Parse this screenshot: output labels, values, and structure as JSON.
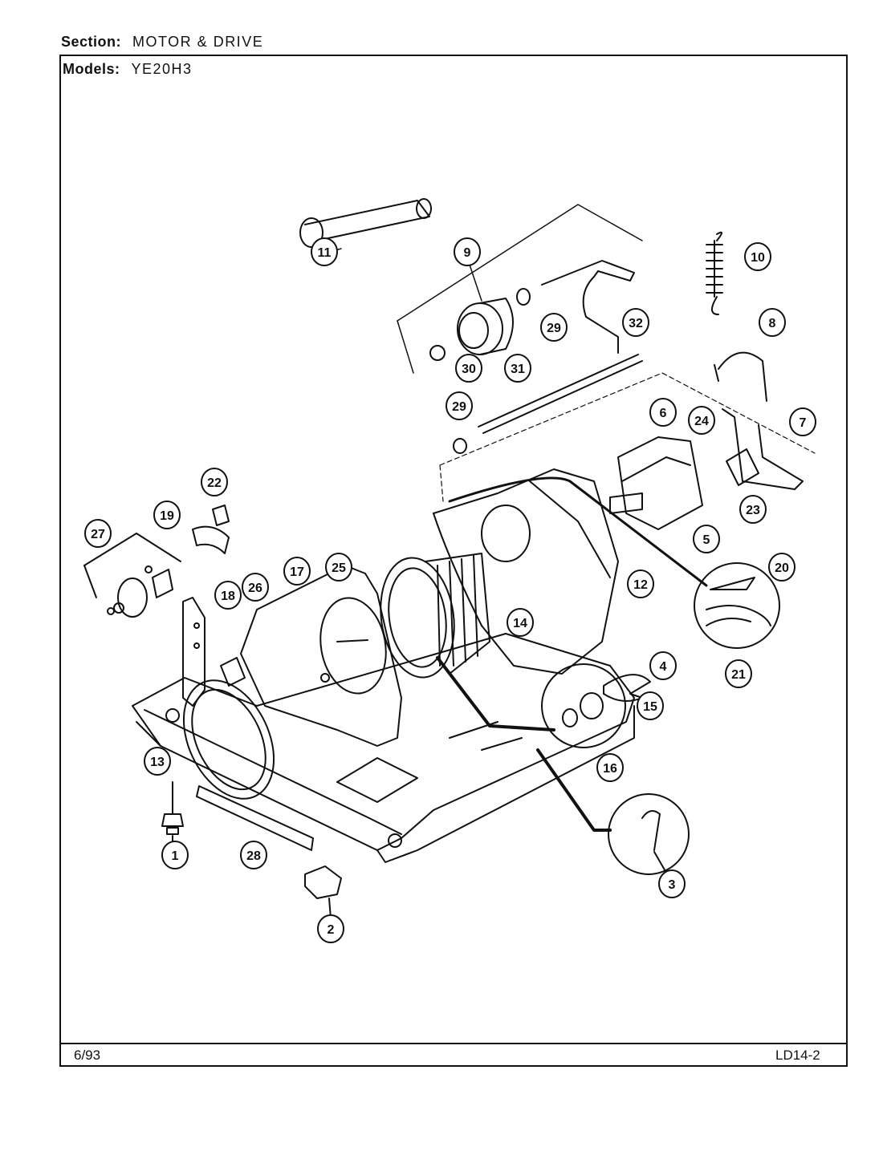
{
  "header": {
    "section_label": "Section:",
    "section_value": "MOTOR & DRIVE",
    "models_label": "Models:",
    "models_value": "YE20H3"
  },
  "footer": {
    "date": "6/93",
    "page_id": "LD14-2"
  },
  "callouts": [
    "1",
    "2",
    "3",
    "4",
    "5",
    "6",
    "7",
    "8",
    "9",
    "10",
    "11",
    "12",
    "13",
    "14",
    "15",
    "16",
    "17",
    "18",
    "19",
    "20",
    "21",
    "22",
    "23",
    "24",
    "25",
    "26",
    "27",
    "28",
    "29",
    "29",
    "30",
    "31",
    "32"
  ]
}
